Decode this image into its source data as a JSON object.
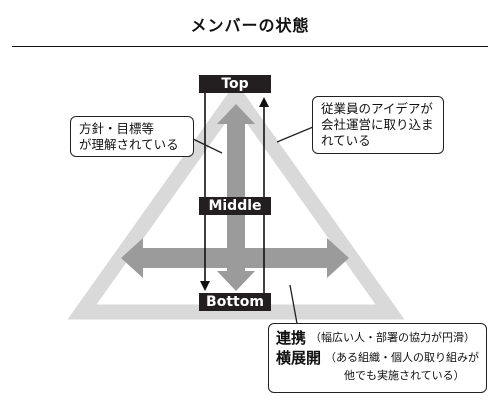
{
  "title": "メンバーの状態",
  "levels": {
    "top": "Top",
    "middle": "Middle",
    "bottom": "Bottom"
  },
  "callouts": {
    "left": {
      "lines": [
        "方針・目標等",
        "が理解されている"
      ]
    },
    "right": {
      "lines": [
        "従業員のアイデアが",
        "会社運営に取り込ま",
        "れている"
      ]
    }
  },
  "legend": {
    "cooperation": {
      "term": "連携",
      "desc": "（幅広い人・部署の協力が円滑）"
    },
    "expansion": {
      "term": "横展開",
      "desc_line1": "（ある組織・個人の取り組みが",
      "desc_line2": "他でも実施されている）"
    }
  },
  "colors": {
    "triangle": "#d9d9d9",
    "gray_arrow": "#9b9b9b",
    "label_bg": "#231f20"
  }
}
